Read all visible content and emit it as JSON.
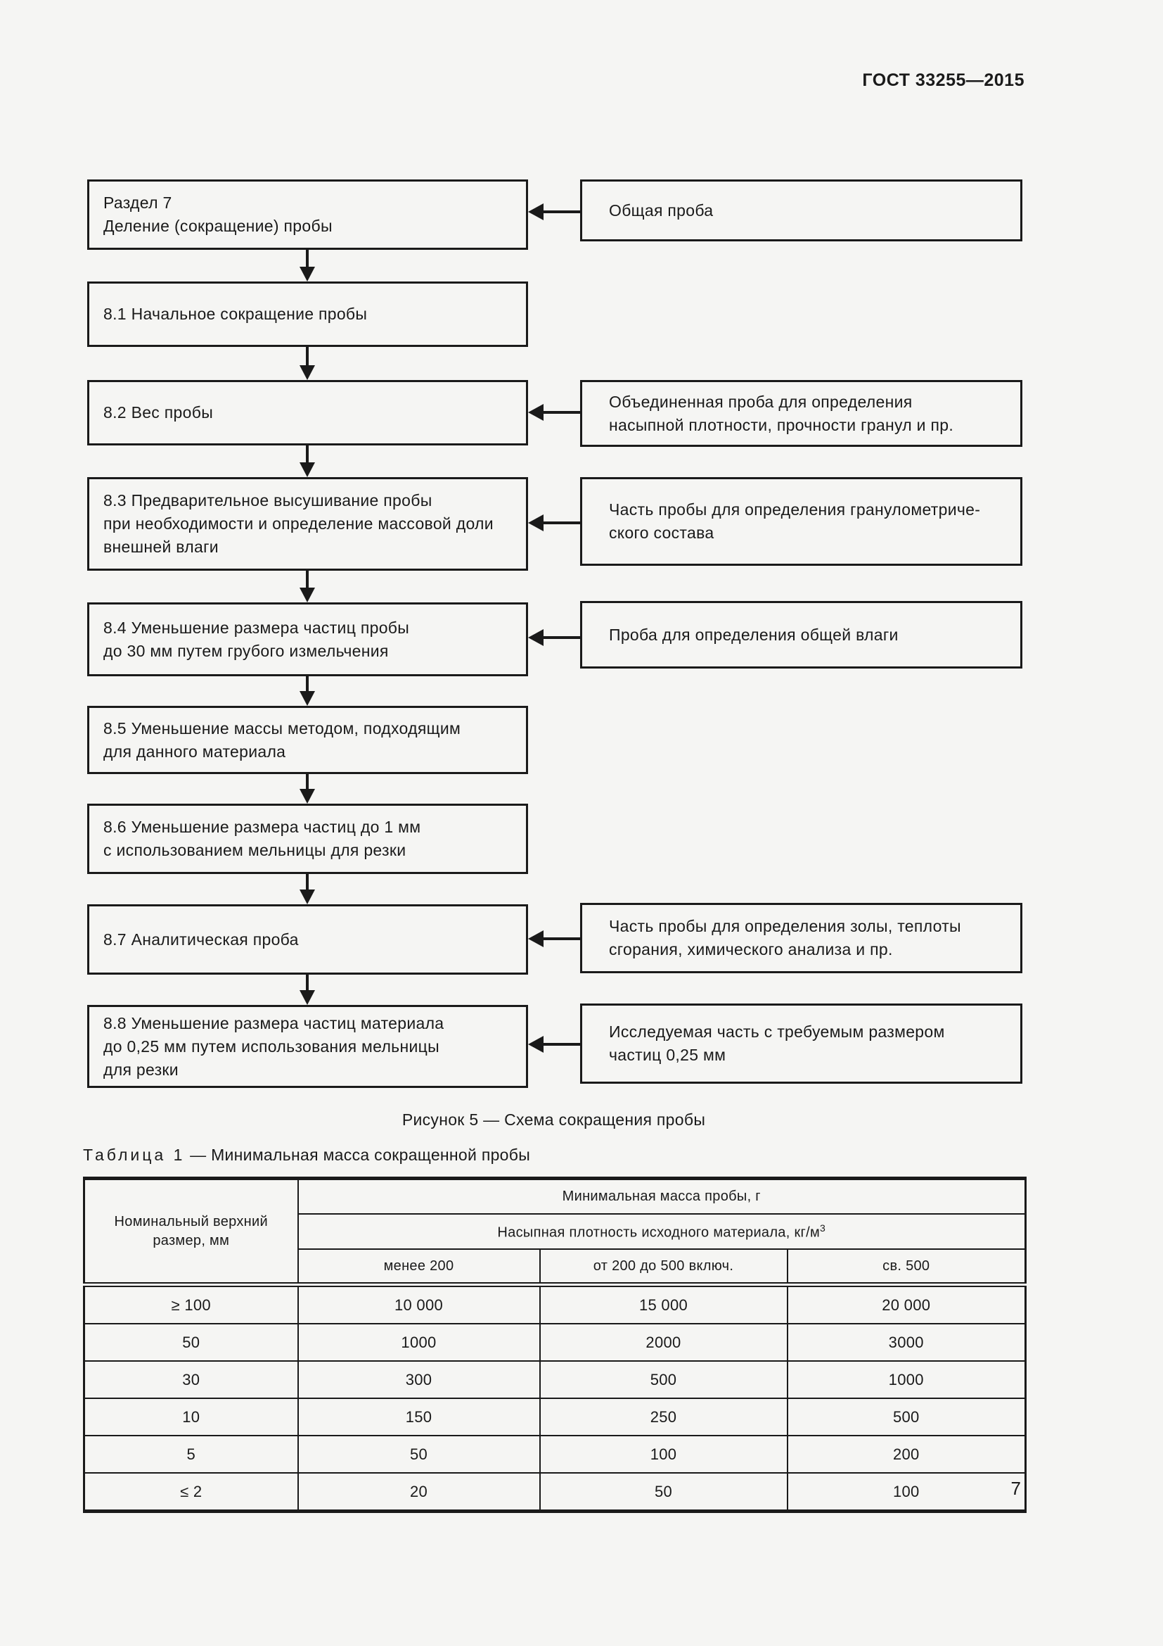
{
  "page": {
    "doc_code": "ГОСТ 33255—2015",
    "page_number": "7"
  },
  "flowchart": {
    "caption": "Рисунок 5 — Схема сокращения пробы",
    "steps": [
      {
        "text": "Раздел 7\nДеление (сокращение) пробы"
      },
      {
        "text": "8.1 Начальное сокращение пробы"
      },
      {
        "text": "8.2 Вес пробы"
      },
      {
        "text": "8.3 Предварительное высушивание пробы\nпри необходимости и определение массовой доли\nвнешней влаги"
      },
      {
        "text": "8.4 Уменьшение размера частиц пробы\nдо 30 мм путем грубого измельчения"
      },
      {
        "text": "8.5 Уменьшение массы методом, подходящим\nдля данного материала"
      },
      {
        "text": "8.6 Уменьшение размера частиц до 1 мм\nс использованием мельницы для резки"
      },
      {
        "text": "8.7 Аналитическая проба"
      },
      {
        "text": "8.8 Уменьшение размера частиц материала\nдо 0,25 мм путем использования мельницы\nдля резки"
      }
    ],
    "inputs": [
      {
        "text": "Общая проба"
      },
      {
        "text": "Объединенная проба для определения\nнасыпной плотности, прочности гранул и пр."
      },
      {
        "text": "Часть пробы для определения гранулометриче-\nского состава"
      },
      {
        "text": "Проба для определения общей влаги"
      },
      {
        "text": "Часть пробы для определения золы, теплоты\nсгорания, химического анализа и пр."
      },
      {
        "text": "Исследуемая часть с требуемым размером\nчастиц 0,25 мм"
      }
    ]
  },
  "table": {
    "label": "Таблица 1",
    "title_rest": "— Минимальная масса сокращенной пробы",
    "col0_header": "Номинальный верхний\nразмер, мм",
    "group_header": "Минимальная масса пробы, г",
    "sub_header": "Насыпная плотность исходного материала, кг/м",
    "sub_header_sup": "3",
    "col_headers": [
      "менее 200",
      "от 200 до 500 включ.",
      "св. 500"
    ],
    "rows": [
      [
        "≥ 100",
        "10 000",
        "15 000",
        "20 000"
      ],
      [
        "50",
        "1000",
        "2000",
        "3000"
      ],
      [
        "30",
        "300",
        "500",
        "1000"
      ],
      [
        "10",
        "150",
        "250",
        "500"
      ],
      [
        "5",
        "50",
        "100",
        "200"
      ],
      [
        "≤ 2",
        "20",
        "50",
        "100"
      ]
    ]
  }
}
